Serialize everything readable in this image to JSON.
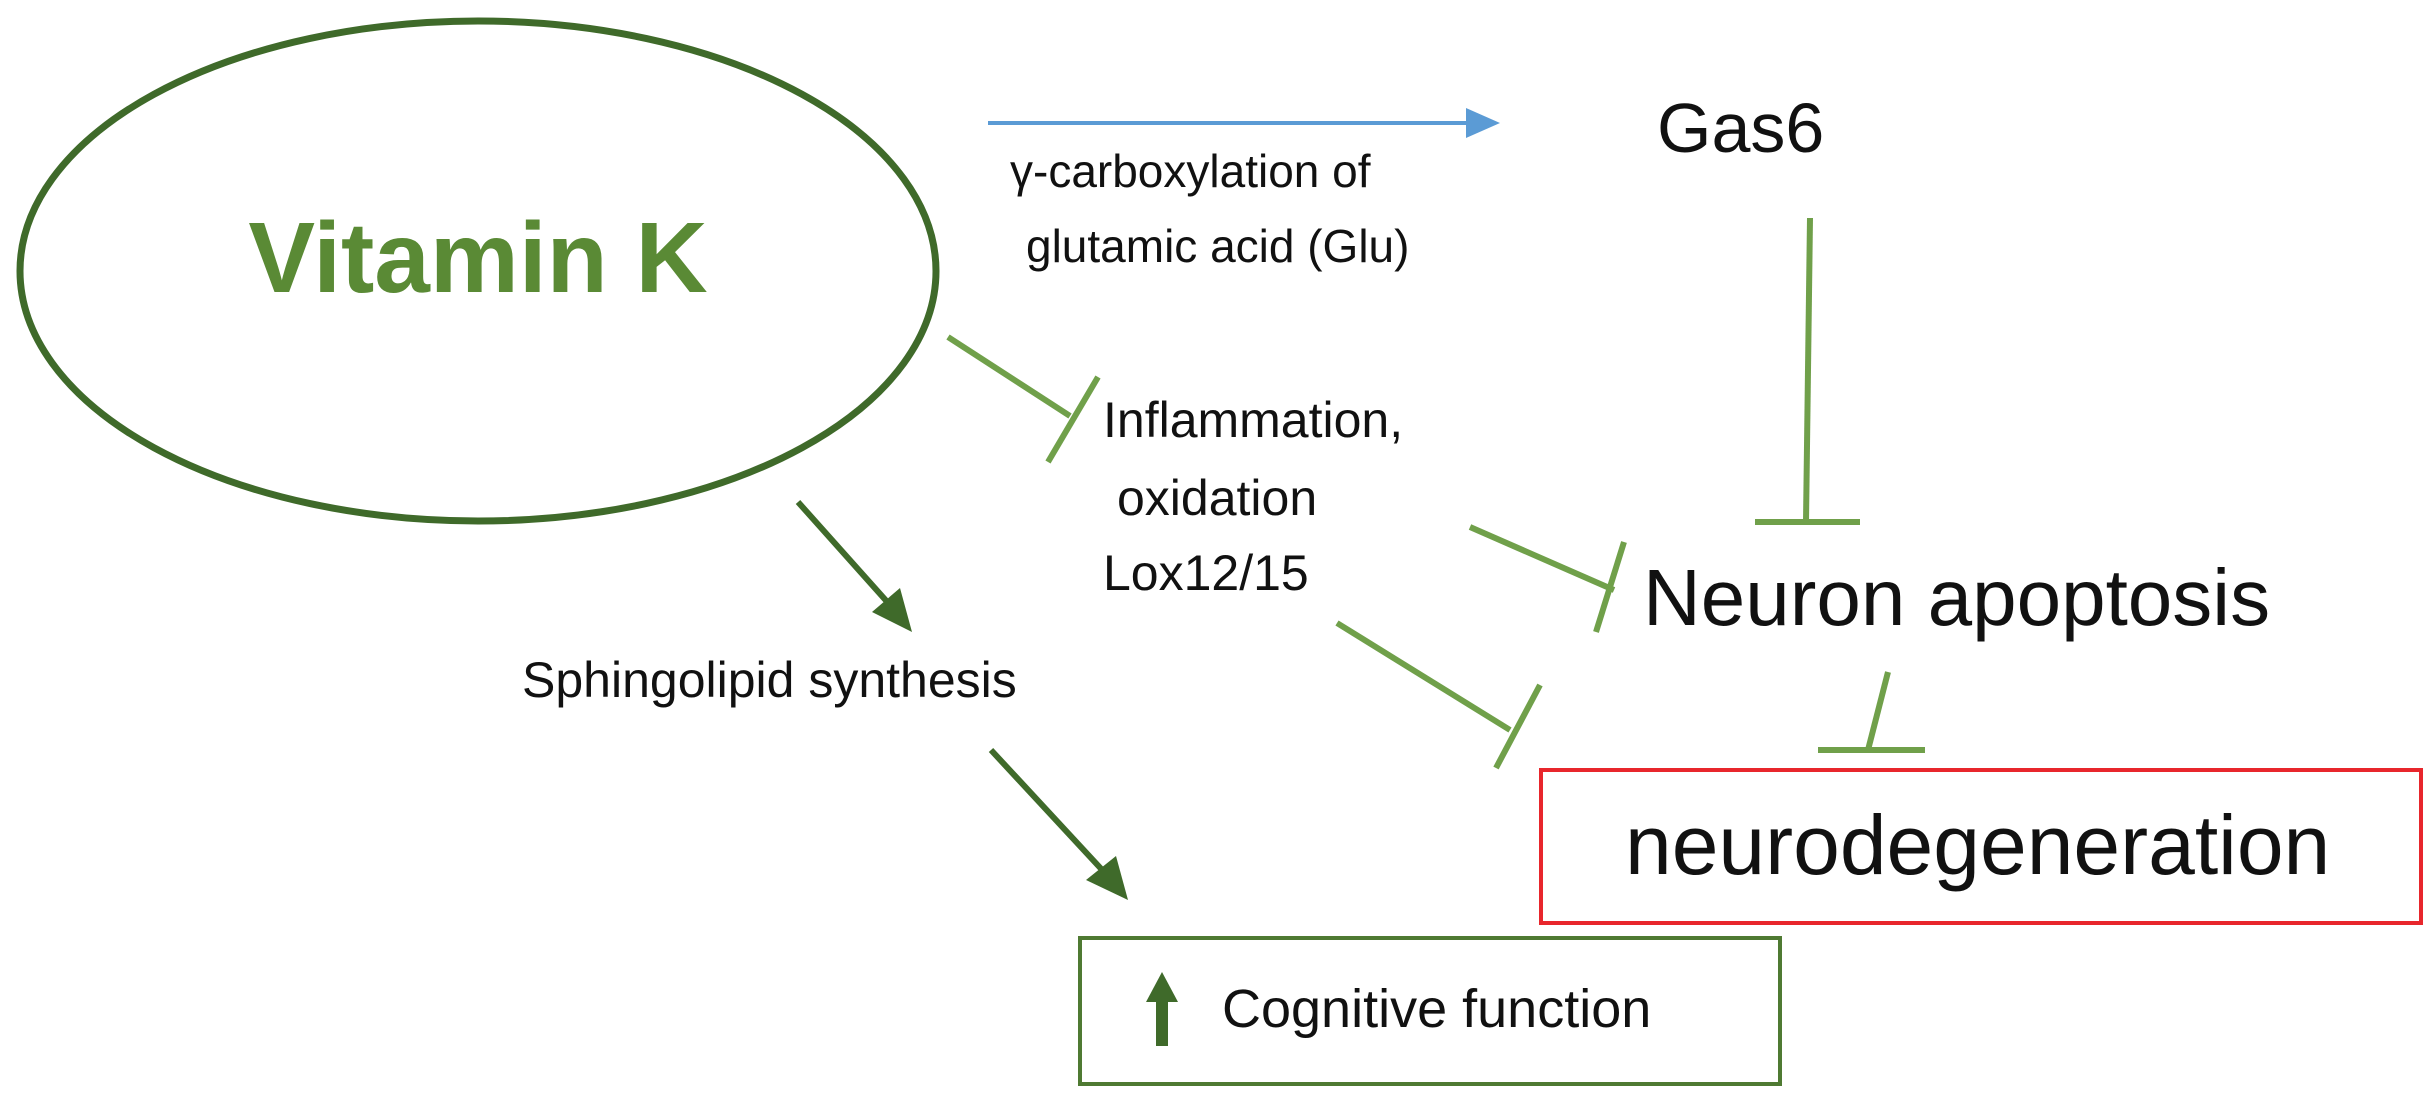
{
  "nodes": {
    "vitamin_k": "Vitamin K",
    "gas6": "Gas6",
    "gamma_line1": "γ-carboxylation of",
    "gamma_line2": "glutamic acid (Glu)",
    "inflammation_line1": "Inflammation,",
    "inflammation_line2": "oxidation",
    "inflammation_line3": "Lox12/15",
    "neuron_apoptosis": "Neuron apoptosis",
    "sphingolipid": "Sphingolipid synthesis",
    "neurodegeneration": "neurodegeneration",
    "cognitive": "Cognitive function"
  },
  "colors": {
    "green_text": "#5a8a35",
    "dark_green": "#3f6a2a",
    "inhibit_green": "#70a04a",
    "blue_arrow": "#5b9bd5",
    "red_box": "#e8262c",
    "black_text": "#111111"
  },
  "edges": [
    {
      "from": "Vitamin K",
      "to": "Gas6",
      "type": "activation",
      "label": "γ-carboxylation of glutamic acid (Glu)"
    },
    {
      "from": "Vitamin K",
      "to": "Inflammation, oxidation Lox12/15",
      "type": "inhibition"
    },
    {
      "from": "Gas6",
      "to": "Neuron apoptosis",
      "type": "inhibition"
    },
    {
      "from": "Inflammation, oxidation Lox12/15",
      "to": "Neuron apoptosis",
      "type": "inhibition"
    },
    {
      "from": "Inflammation, oxidation Lox12/15",
      "to": "neurodegeneration",
      "type": "inhibition"
    },
    {
      "from": "Neuron apoptosis",
      "to": "neurodegeneration",
      "type": "inhibition"
    },
    {
      "from": "Vitamin K",
      "to": "Sphingolipid synthesis",
      "type": "activation"
    },
    {
      "from": "Sphingolipid synthesis",
      "to": "Cognitive function",
      "type": "activation"
    }
  ]
}
